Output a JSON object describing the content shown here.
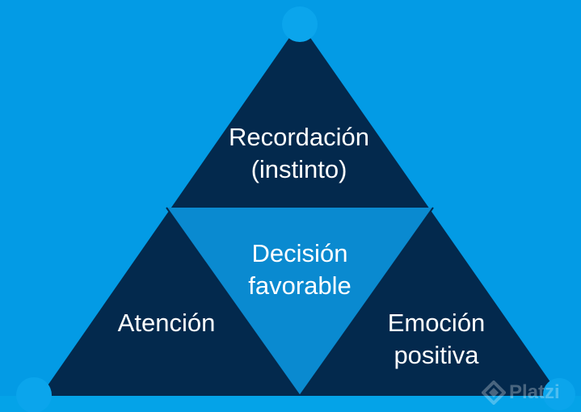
{
  "colors": {
    "background": "#039be5",
    "triangle_dark": "#03294d",
    "center_triangle": "#0a8ad0",
    "node_circle": "#0ba5ec",
    "bottom_bar": "#04a3e8",
    "text": "#ffffff"
  },
  "diagram": {
    "top": {
      "line1": "Recordación",
      "line2": "(instinto)"
    },
    "center": {
      "line1": "Decisión",
      "line2": "favorable"
    },
    "left": {
      "line1": "Atención"
    },
    "right": {
      "line1": "Emoción",
      "line2": "positiva"
    }
  },
  "watermark": {
    "text": "Platzi",
    "icon": "platzi-logo-icon"
  }
}
